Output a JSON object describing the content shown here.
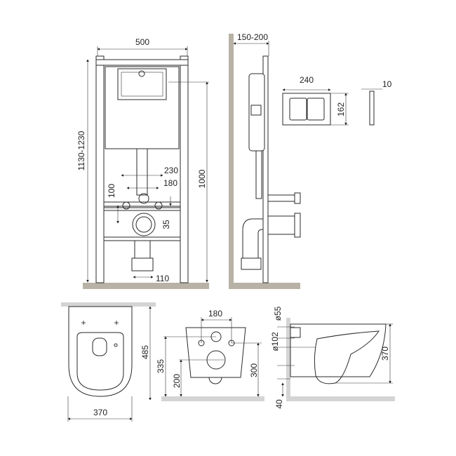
{
  "front_view": {
    "width_label": "500",
    "height_range_label": "1130-1230",
    "plate_height_label": "1000",
    "bolt_outer_label": "230",
    "bolt_inner_label": "180",
    "bolt_vertical_label": "100",
    "drain_offset_label": "35",
    "drain_label": "110"
  },
  "side_view": {
    "depth_label": "150-200"
  },
  "flush_plate": {
    "width_label": "240",
    "height_label": "162",
    "thickness_label": "10"
  },
  "bowl_top": {
    "length_label": "485",
    "width_label": "370"
  },
  "bowl_back": {
    "bolt_spacing_label": "180",
    "bolt_height_label": "335",
    "drain_height_label": "200",
    "inlet_height_label": "300"
  },
  "bowl_side": {
    "inlet_diameter_label": "ø55",
    "drain_diameter_label": "ø102",
    "height_label": "370",
    "floor_gap_label": "40"
  },
  "colors": {
    "floor": "#b8b2a6",
    "wall": "#d4d4d4",
    "line": "#2a2a2a"
  }
}
